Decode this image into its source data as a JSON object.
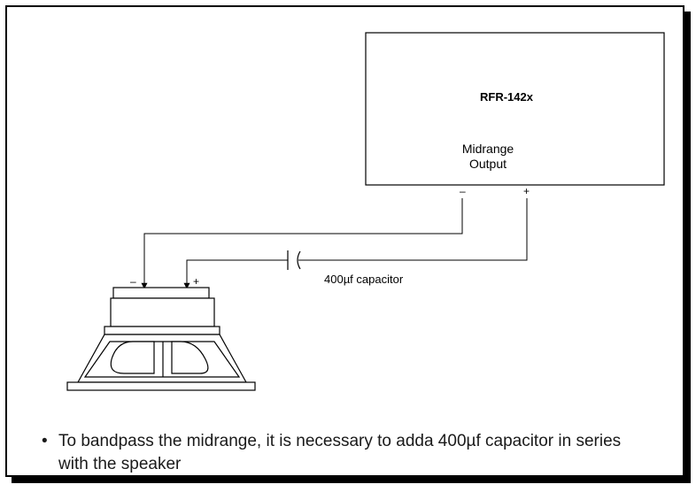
{
  "amplifier": {
    "model": "RFR-142x",
    "output_line1": "Midrange",
    "output_line2": "Output",
    "terminal_neg": "–",
    "terminal_pos": "+"
  },
  "capacitor": {
    "label": "400µf capacitor"
  },
  "speaker": {
    "terminal_neg": "–",
    "terminal_pos": "+"
  },
  "note": {
    "bullet": "•",
    "text": "To bandpass the midrange, it is necessary to adda 400µf capacitor in series with the speaker"
  }
}
